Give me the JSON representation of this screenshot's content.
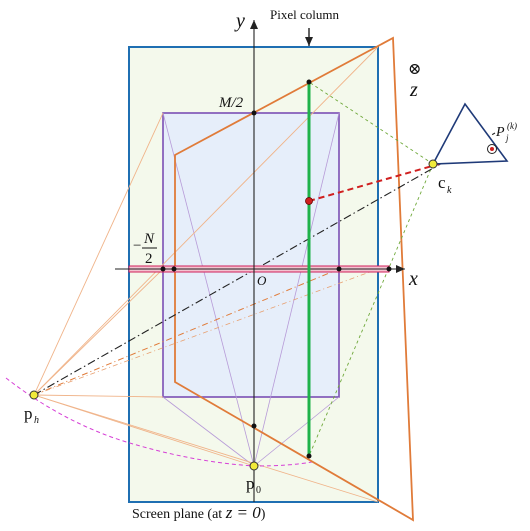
{
  "labels": {
    "pixel_column": "Pixel column",
    "y_axis": "y",
    "x_axis": "x",
    "z_axis": "z",
    "origin": "O",
    "m_half": "M/2",
    "n_num": "N",
    "n_den": "2",
    "minus": "−",
    "ck_main": "c",
    "ck_sub": "k",
    "ph_main": "p",
    "ph_sub": "h",
    "p0_main": "p",
    "p0_sub": "0",
    "pj_main": "P",
    "pj_sub": "j",
    "pj_sup": "(k)",
    "caption_text": "Screen plane (at ",
    "caption_eq": "z = 0",
    "caption_close": ")"
  },
  "symbols": {
    "z_into_page": "⊗"
  },
  "colors": {
    "screen_frame": "#1f6fb2",
    "screen_fill": "#f4f9ec",
    "inner_rect": "#7a4fb5",
    "inner_fill": "#e6eefa",
    "orange": "#e07b39",
    "pixel_column": "#1fb24a",
    "ray_red": "#d01f1f",
    "x_band": "#e07b9a",
    "green_dash": "#6fa83a",
    "purple_thin": "#b79bd8",
    "magenta_arc": "#d63fd6",
    "axis": "#222222"
  }
}
